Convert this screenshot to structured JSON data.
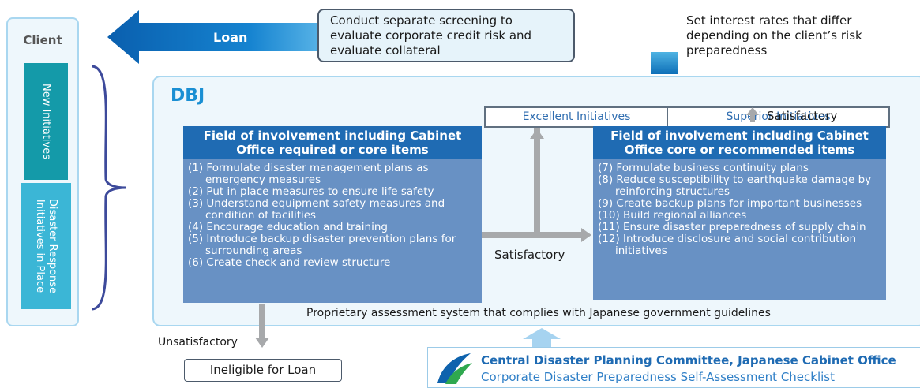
{
  "client": {
    "title": "Client",
    "new_initiatives": "New Initiatives",
    "disaster_initiatives_line1": "Disaster Response",
    "disaster_initiatives_line2": "Initiatives in Place"
  },
  "loan_label": "Loan",
  "screening_text": "Conduct separate screening to evaluate corporate credit risk and evaluate collateral",
  "interest_rate_text": "Set interest rates that differ depending on the client’s risk preparedness",
  "dbj_label": "DBJ",
  "ratings": {
    "excellent": "Excellent Initiatives",
    "superior": "Superior Initiatives"
  },
  "left_field": {
    "title": "Field of involvement including Cabinet Office required or core items",
    "items": [
      "(1) Formulate disaster management plans as emergency measures",
      "(2) Put in place measures to ensure life safety",
      "(3) Understand equipment safety measures and condition of facilities",
      "(4) Encourage education and training",
      "(5) Introduce backup disaster prevention plans for surrounding areas",
      "(6) Create check and review structure"
    ]
  },
  "right_field": {
    "title": "Field of involvement including Cabinet Office core or recommended items",
    "items": [
      "(7) Formulate business continuity plans",
      "(8) Reduce susceptibility to earthquake damage by reinforcing structures",
      "(9) Create backup plans for important businesses",
      "(10) Build regional alliances",
      "(11) Ensure disaster preparedness of supply chain",
      "(12) Introduce disclosure and social contribution initiatives"
    ]
  },
  "satisfactory_label": "Satisfactory",
  "satisfactory_superior_label": "Satisfactory",
  "proprietary_text": "Proprietary assessment system that complies with Japanese government guidelines",
  "unsatisfactory_label": "Unsatisfactory",
  "ineligible_label": "Ineligible for Loan",
  "cabinet": {
    "title": "Central Disaster Planning Committee, Japanese Cabinet Office",
    "subtitle": "Corporate Disaster Preparedness Self-Assessment Checklist"
  },
  "colors": {
    "dbj_blue": "#1a8fd3",
    "field_header": "#1f6bb3",
    "field_body": "#6891c4",
    "arrow_grey": "#a7a9ab",
    "new_initiatives": "#149aa9",
    "disaster_initiatives": "#3bb6d6"
  }
}
